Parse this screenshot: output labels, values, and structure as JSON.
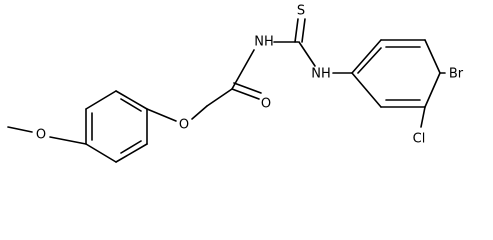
{
  "molecule": {
    "atoms": {
      "methoxy_o": "O",
      "ether_o": "O",
      "carbonyl_o": "O",
      "nh_amide": "NH",
      "sulfur": "S",
      "nh_aryl": "NH",
      "bromine": "Br",
      "chlorine": "Cl"
    }
  },
  "colors": {
    "bond": "#000000",
    "background": "#ffffff"
  }
}
